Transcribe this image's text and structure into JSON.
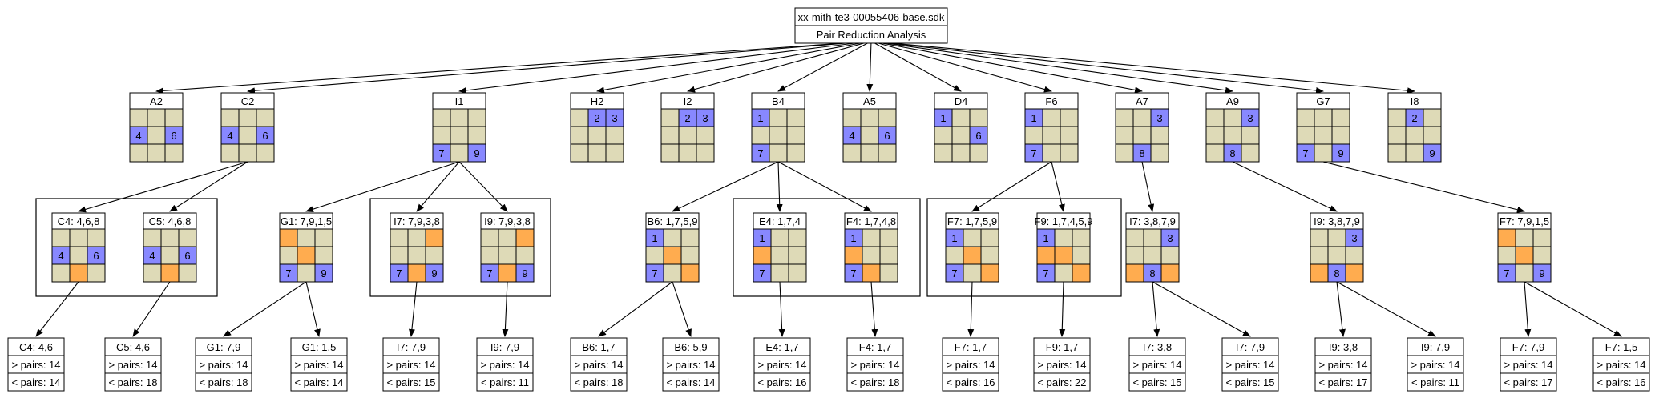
{
  "title": "xx-mith-te3-00055406-base.sdk",
  "subtitle": "Pair Reduction Analysis",
  "colors": {
    "cell": "#dedab7",
    "given": "#8888ff",
    "pair": "#ffac4f",
    "line": "#000000"
  },
  "tier1": [
    {
      "label": "A2",
      "cells": [
        [
          "",
          "",
          ""
        ],
        [
          "4b",
          "",
          "6b"
        ],
        [
          "",
          "",
          ""
        ]
      ]
    },
    {
      "label": "C2",
      "cells": [
        [
          "",
          "",
          ""
        ],
        [
          "4b",
          "",
          "6b"
        ],
        [
          "",
          "",
          ""
        ]
      ]
    },
    {
      "label": "I1",
      "cells": [
        [
          "",
          "",
          ""
        ],
        [
          "",
          "",
          ""
        ],
        [
          "7b",
          "",
          "9b"
        ]
      ]
    },
    {
      "label": "H2",
      "cells": [
        [
          "",
          "2b",
          "3b"
        ],
        [
          "",
          "",
          ""
        ],
        [
          "",
          "",
          ""
        ]
      ]
    },
    {
      "label": "I2",
      "cells": [
        [
          "",
          "2b",
          "3b"
        ],
        [
          "",
          "",
          ""
        ],
        [
          "",
          "",
          ""
        ]
      ]
    },
    {
      "label": "B4",
      "cells": [
        [
          "1b",
          "",
          ""
        ],
        [
          "",
          "",
          ""
        ],
        [
          "7b",
          "",
          ""
        ]
      ]
    },
    {
      "label": "A5",
      "cells": [
        [
          "",
          "",
          ""
        ],
        [
          "4b",
          "",
          "6b"
        ],
        [
          "",
          "",
          ""
        ]
      ]
    },
    {
      "label": "D4",
      "cells": [
        [
          "1b",
          "",
          ""
        ],
        [
          "",
          "",
          "6b"
        ],
        [
          "",
          "",
          ""
        ]
      ]
    },
    {
      "label": "F6",
      "cells": [
        [
          "1b",
          "",
          ""
        ],
        [
          "",
          "",
          ""
        ],
        [
          "7b",
          "",
          ""
        ]
      ]
    },
    {
      "label": "A7",
      "cells": [
        [
          "",
          "",
          "3b"
        ],
        [
          "",
          "",
          ""
        ],
        [
          "",
          "8b",
          ""
        ]
      ]
    },
    {
      "label": "A9",
      "cells": [
        [
          "",
          "",
          "3b"
        ],
        [
          "",
          "",
          ""
        ],
        [
          "",
          "8b",
          ""
        ]
      ]
    },
    {
      "label": "G7",
      "cells": [
        [
          "",
          "",
          ""
        ],
        [
          "",
          "",
          ""
        ],
        [
          "7b",
          "",
          "9b"
        ]
      ]
    },
    {
      "label": "I8",
      "cells": [
        [
          "",
          "2b",
          ""
        ],
        [
          "",
          "",
          ""
        ],
        [
          "",
          "",
          "9b"
        ]
      ]
    }
  ],
  "tier2": [
    {
      "label": "C4: 4,6,8",
      "cells": [
        [
          "",
          "",
          ""
        ],
        [
          "4b",
          "",
          "6b"
        ],
        [
          "",
          "o",
          ""
        ]
      ]
    },
    {
      "label": "C5: 4,6,8",
      "cells": [
        [
          "",
          "",
          ""
        ],
        [
          "4b",
          "",
          "6b"
        ],
        [
          "",
          "o",
          ""
        ]
      ]
    },
    {
      "label": "G1: 7,9,1,5",
      "cells": [
        [
          "o",
          "",
          ""
        ],
        [
          "",
          "o",
          ""
        ],
        [
          "7b",
          "",
          "9b"
        ]
      ]
    },
    {
      "label": "I7: 7,9,3,8",
      "cells": [
        [
          "",
          "",
          "o"
        ],
        [
          "",
          "",
          ""
        ],
        [
          "7b",
          "o",
          "9b"
        ]
      ]
    },
    {
      "label": "I9: 7,9,3,8",
      "cells": [
        [
          "",
          "",
          "o"
        ],
        [
          "",
          "",
          ""
        ],
        [
          "7b",
          "o",
          "9b"
        ]
      ]
    },
    {
      "label": "B6: 1,7,5,9",
      "cells": [
        [
          "1b",
          "",
          ""
        ],
        [
          "",
          "o",
          ""
        ],
        [
          "7b",
          "",
          "o"
        ]
      ]
    },
    {
      "label": "E4: 1,7,4",
      "cells": [
        [
          "1b",
          "",
          ""
        ],
        [
          "o",
          "",
          ""
        ],
        [
          "7b",
          "",
          ""
        ]
      ]
    },
    {
      "label": "F4: 1,7,4,8",
      "cells": [
        [
          "1b",
          "",
          ""
        ],
        [
          "o",
          "",
          ""
        ],
        [
          "7b",
          "o",
          ""
        ]
      ]
    },
    {
      "label": "F7: 1,7,5,9",
      "cells": [
        [
          "1b",
          "",
          ""
        ],
        [
          "",
          "o",
          ""
        ],
        [
          "7b",
          "",
          "o"
        ]
      ]
    },
    {
      "label": "F9: 1,7,4,5,9",
      "cells": [
        [
          "1b",
          "",
          ""
        ],
        [
          "o",
          "o",
          ""
        ],
        [
          "7b",
          "",
          "o"
        ]
      ]
    },
    {
      "label": "I7: 3,8,7,9",
      "cells": [
        [
          "",
          "",
          "3b"
        ],
        [
          "",
          "",
          ""
        ],
        [
          "o",
          "8b",
          "o"
        ]
      ]
    },
    {
      "label": "I9: 3,8,7,9",
      "cells": [
        [
          "",
          "",
          "3b"
        ],
        [
          "",
          "",
          ""
        ],
        [
          "o",
          "8b",
          "o"
        ]
      ]
    },
    {
      "label": "F7: 7,9,1,5",
      "cells": [
        [
          "o",
          "",
          ""
        ],
        [
          "",
          "o",
          ""
        ],
        [
          "7b",
          "",
          "9b"
        ]
      ]
    }
  ],
  "leaves": [
    {
      "label": "C4: 4,6",
      "more": "> pairs: 14",
      "less": "< pairs: 14"
    },
    {
      "label": "C5: 4,6",
      "more": "> pairs: 14",
      "less": "< pairs: 18"
    },
    {
      "label": "G1: 7,9",
      "more": "> pairs: 14",
      "less": "< pairs: 18"
    },
    {
      "label": "G1: 1,5",
      "more": "> pairs: 14",
      "less": "< pairs: 14"
    },
    {
      "label": "I7: 7,9",
      "more": "> pairs: 14",
      "less": "< pairs: 15"
    },
    {
      "label": "I9: 7,9",
      "more": "> pairs: 14",
      "less": "< pairs: 11"
    },
    {
      "label": "B6: 1,7",
      "more": "> pairs: 14",
      "less": "< pairs: 18"
    },
    {
      "label": "B6: 5,9",
      "more": "> pairs: 14",
      "less": "< pairs: 14"
    },
    {
      "label": "E4: 1,7",
      "more": "> pairs: 14",
      "less": "< pairs: 16"
    },
    {
      "label": "F4: 1,7",
      "more": "> pairs: 14",
      "less": "< pairs: 18"
    },
    {
      "label": "F7: 1,7",
      "more": "> pairs: 14",
      "less": "< pairs: 16"
    },
    {
      "label": "F9: 1,7",
      "more": "> pairs: 14",
      "less": "< pairs: 22"
    },
    {
      "label": "I7: 3,8",
      "more": "> pairs: 14",
      "less": "< pairs: 15"
    },
    {
      "label": "I7: 7,9",
      "more": "> pairs: 14",
      "less": "< pairs: 15"
    },
    {
      "label": "I9: 3,8",
      "more": "> pairs: 14",
      "less": "< pairs: 17"
    },
    {
      "label": "I9: 7,9",
      "more": "> pairs: 14",
      "less": "< pairs: 11"
    },
    {
      "label": "F7: 7,9",
      "more": "> pairs: 14",
      "less": "< pairs: 17"
    },
    {
      "label": "F7: 1,5",
      "more": "> pairs: 14",
      "less": "< pairs: 16"
    }
  ]
}
